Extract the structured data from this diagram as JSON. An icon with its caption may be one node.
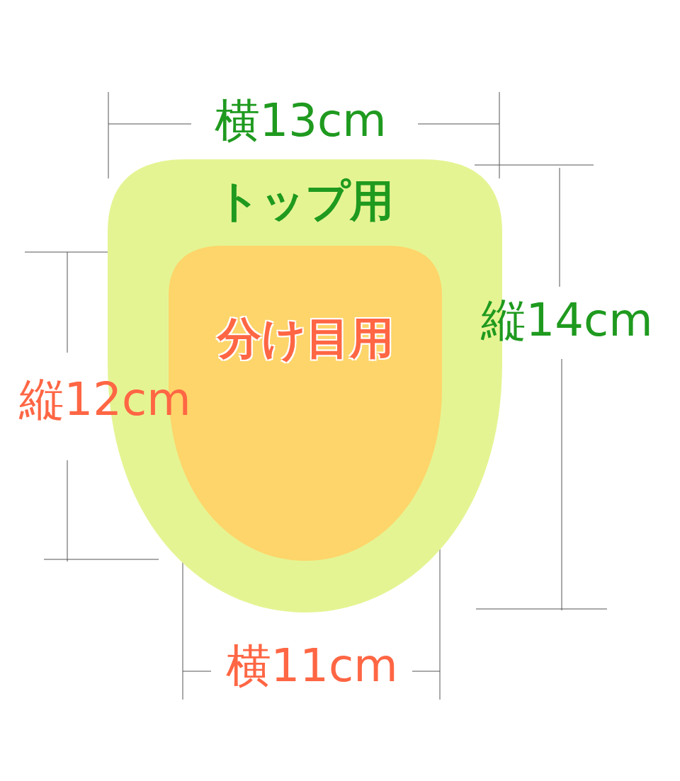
{
  "diagram": {
    "nodes": [
      {
        "text": [
          "トップ用"
        ]
      },
      {
        "text": [
          "分け目用"
        ],
        "in": 0
      }
    ],
    "labels": [
      "横13cm",
      "縦14cm",
      "縦12cm",
      "横11cm"
    ]
  }
}
